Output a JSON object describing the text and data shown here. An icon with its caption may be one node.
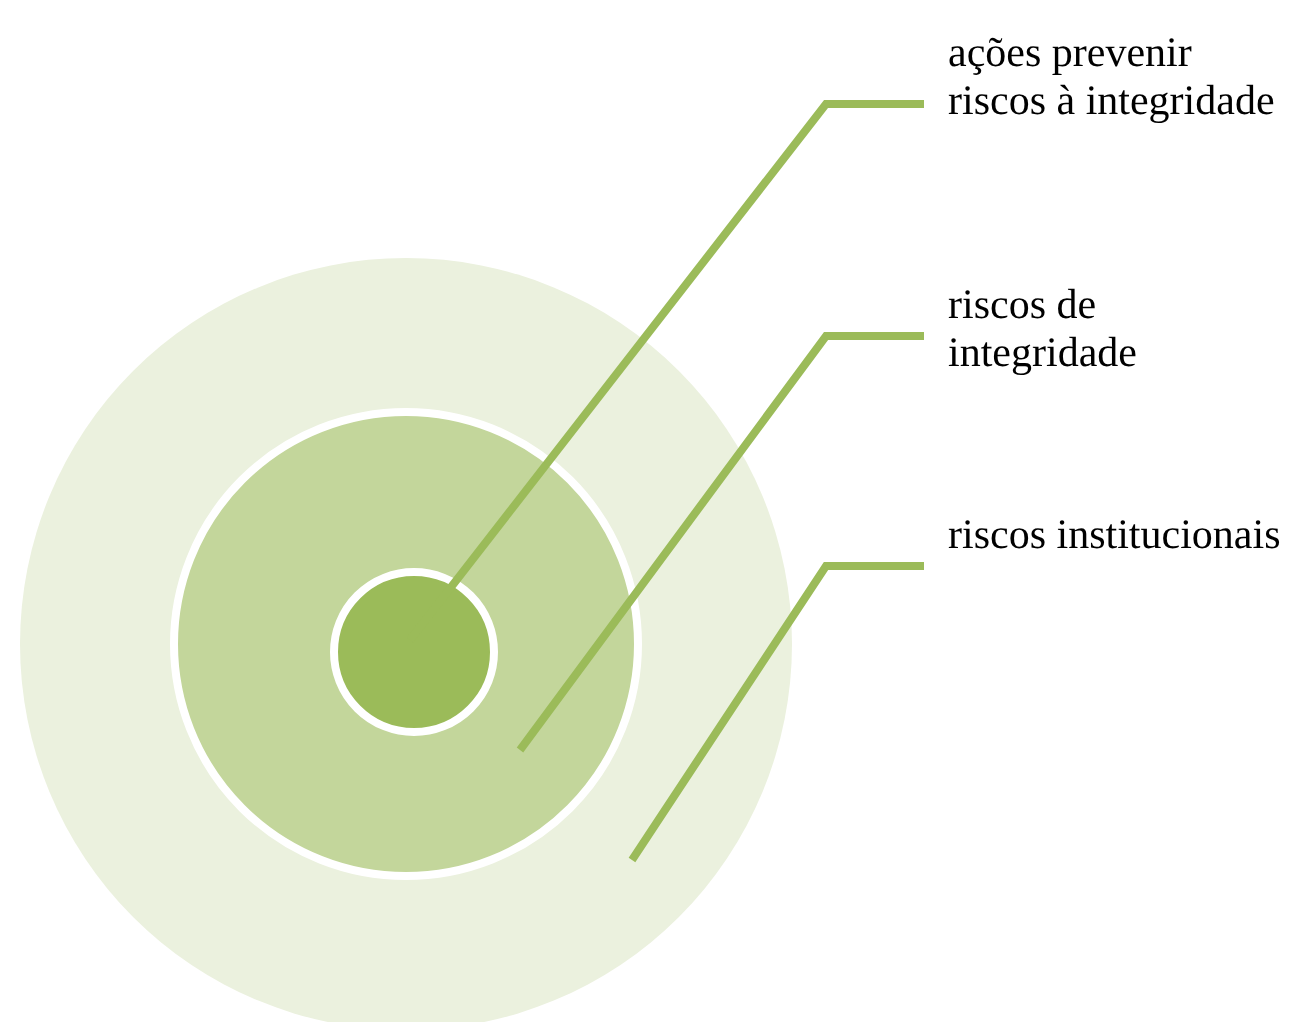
{
  "diagram": {
    "nodes": [
      {
        "text": [
          "ações prevenir riscos à integridade"
        ]
      },
      {
        "text": [
          "riscos de integridade"
        ]
      },
      {
        "text": [
          "riscos institucionais"
        ]
      },
      {
        "text": [],
        "shape": "circle"
      },
      {
        "text": [],
        "shape": "circle",
        "in": 3
      },
      {
        "text": [],
        "shape": "circle",
        "in": 4
      }
    ],
    "edges": [
      {
        "from": 0,
        "to": 5,
        "arrow": "none"
      },
      {
        "from": 1,
        "to": 4,
        "arrow": "none"
      },
      {
        "from": 2,
        "to": 3,
        "arrow": "none"
      }
    ]
  }
}
